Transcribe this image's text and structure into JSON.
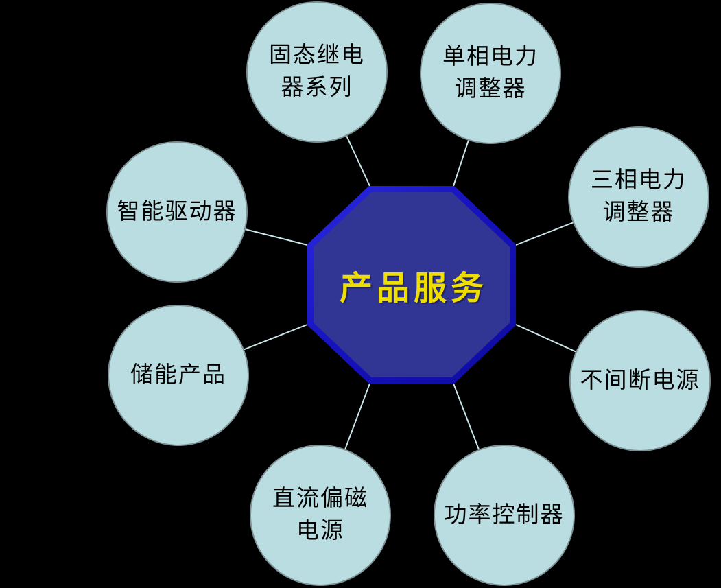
{
  "diagram": {
    "center": {
      "label": "产品服务"
    },
    "nodes": [
      {
        "label": "固态继电\n器系列"
      },
      {
        "label": "单相电力\n调整器"
      },
      {
        "label": "三相电力\n调整器"
      },
      {
        "label": "不间断电源"
      },
      {
        "label": "功率控制器"
      },
      {
        "label": "直流偏磁\n电源"
      },
      {
        "label": "储能产品"
      },
      {
        "label": "智能驱动器"
      }
    ]
  },
  "colors": {
    "background": "#000000",
    "node-fill": "#BADDE1",
    "node-border": "#7E9194",
    "node-text": "#000000",
    "center-fill": "#313593",
    "center-border": "#1712BE",
    "center-text": "#EFDF00",
    "line-color": "#C9E6EA"
  }
}
